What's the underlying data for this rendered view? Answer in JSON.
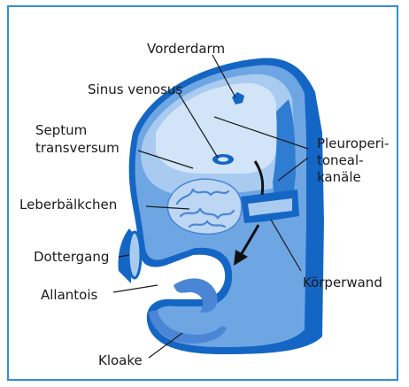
{
  "figure": {
    "labels": {
      "vorderdarm": "Vorderdarm",
      "sinus_venosus": "Sinus venosus",
      "septum_line1": "Septum",
      "septum_line2": "transversum",
      "leberbalkchen": "Leberbälkchen",
      "dottergang": "Dottergang",
      "allantois": "Allantois",
      "kloake": "Kloake",
      "pleuro_line1": "Pleuroperi-",
      "pleuro_line2": "toneal-",
      "pleuro_line3": "kanäle",
      "koerperwand": "Körperwand"
    },
    "colors": {
      "frame": "#2f8fd8",
      "wall_dark": "#1466c4",
      "body_mid": "#6ea6e3",
      "body_light": "#a9cbf0",
      "body_pale": "#d2e4f8",
      "liver": "#4b86d6",
      "leader": "#1a1a1a"
    }
  }
}
